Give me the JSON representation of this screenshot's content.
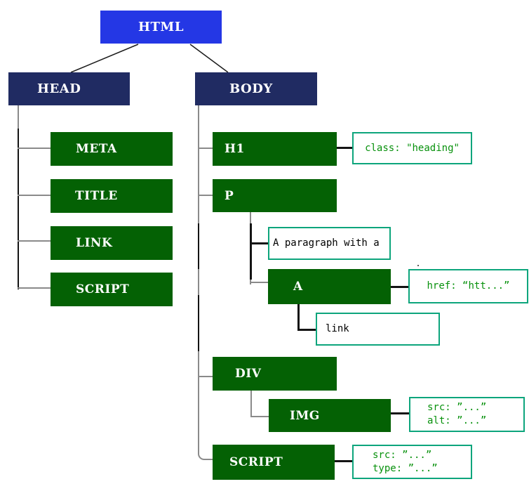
{
  "colors": {
    "root_fill": "#2437e5",
    "branch_fill": "#202b62",
    "elem_fill": "#046104",
    "ann_border": "#0da57c",
    "ann_text": "#07910c",
    "line_gray": "#8a8a8a",
    "line_black": "#141414"
  },
  "tree": {
    "root": {
      "label": "HTML"
    },
    "head": {
      "label": "HEAD",
      "children": [
        {
          "label": "META"
        },
        {
          "label": "TITLE"
        },
        {
          "label": "LINK"
        },
        {
          "label": "SCRIPT"
        }
      ]
    },
    "body": {
      "label": "BODY",
      "h1": {
        "label": "H1",
        "attrs": "class: \"heading\""
      },
      "p": {
        "label": "P",
        "text": "A paragraph with a",
        "a": {
          "label": "A",
          "attrs": "href: “htt...”",
          "text": "link"
        }
      },
      "div": {
        "label": "DIV",
        "img": {
          "label": "IMG",
          "attrs": [
            "src: ”...”",
            "alt: ”...”"
          ]
        }
      },
      "script": {
        "label": "SCRIPT",
        "attrs": [
          "src: ”...”",
          "type: ”...”"
        ]
      }
    }
  }
}
